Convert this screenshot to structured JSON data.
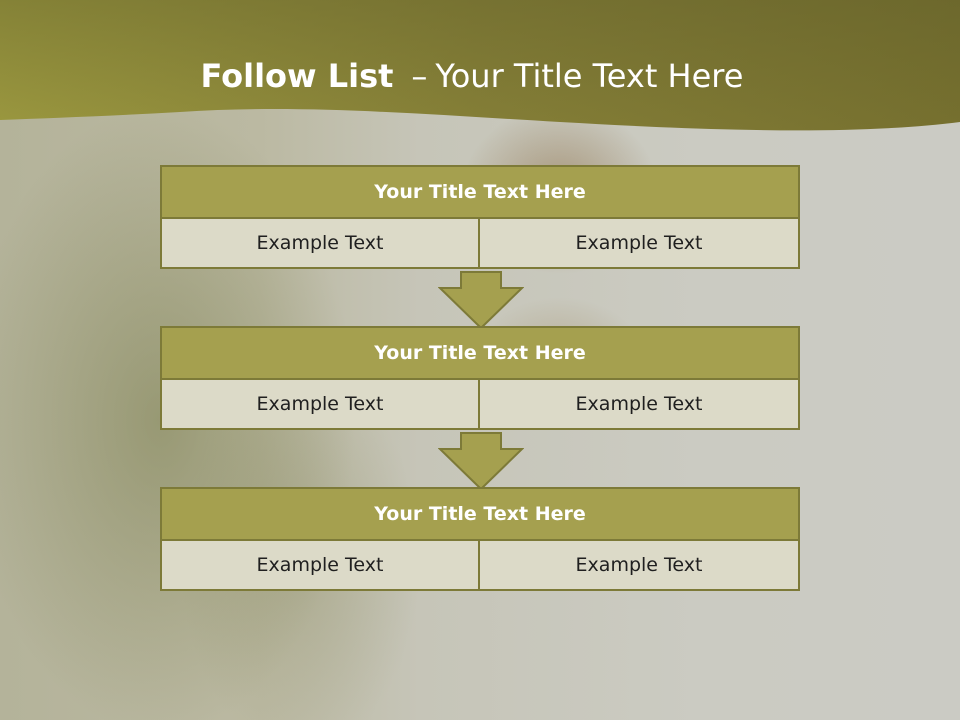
{
  "slide": {
    "title_lead": "Follow List",
    "title_dash": "–",
    "title_rest": "Your Title Text Here"
  },
  "steps": [
    {
      "title": "Your Title Text Here",
      "left": "Example Text",
      "right": "Example Text"
    },
    {
      "title": "Your Title Text Here",
      "left": "Example Text",
      "right": "Example Text"
    },
    {
      "title": "Your Title Text Here",
      "left": "Example Text",
      "right": "Example Text"
    }
  ],
  "colors": {
    "accent": "#a5a04f",
    "accent_dark": "#7d7a38",
    "cell_bg": "#dcdac8",
    "header_bg": "#8a8436"
  }
}
